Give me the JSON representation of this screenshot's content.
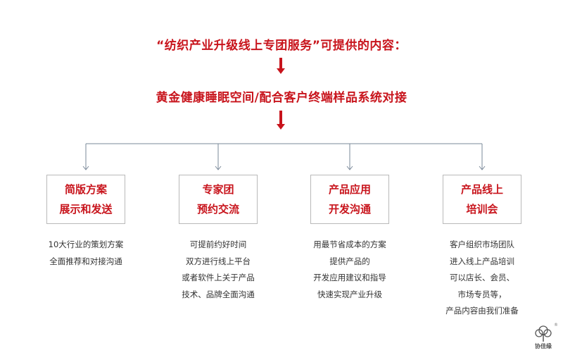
{
  "heading": "“纺织产业升级线上专团服务”可提供的内容：",
  "subheading": "黄金健康睡眠空间/配合客户终端样品系统对接",
  "branches": [
    {
      "title_lines": [
        "简版方案",
        "展示和发送"
      ],
      "desc_lines": [
        "10大行业的策划方案",
        "全面推荐和对接沟通"
      ]
    },
    {
      "title_lines": [
        "专家团",
        "预约交流"
      ],
      "desc_lines": [
        "可提前约好时间",
        "双方进行线上平台",
        "或者软件上关于产品",
        "技术、品牌全面沟通"
      ]
    },
    {
      "title_lines": [
        "产品应用",
        "开发沟通"
      ],
      "desc_lines": [
        "用最节省成本的方案",
        "提供产品的",
        "开发应用建议和指导",
        "快速实现产业升级"
      ]
    },
    {
      "title_lines": [
        "产品线上",
        "培训会"
      ],
      "desc_lines": [
        "客户组织市场团队",
        "进入线上产品培训",
        "可以店长、会员、",
        "市场专员等，",
        "产品内容由我们准备"
      ]
    }
  ],
  "logo": {
    "text": "协佳缘",
    "mark": "®"
  },
  "colors": {
    "accent": "#c8141c",
    "box_border": "#b9b9b9",
    "connector": "#7a8899",
    "body_text": "#333333"
  }
}
